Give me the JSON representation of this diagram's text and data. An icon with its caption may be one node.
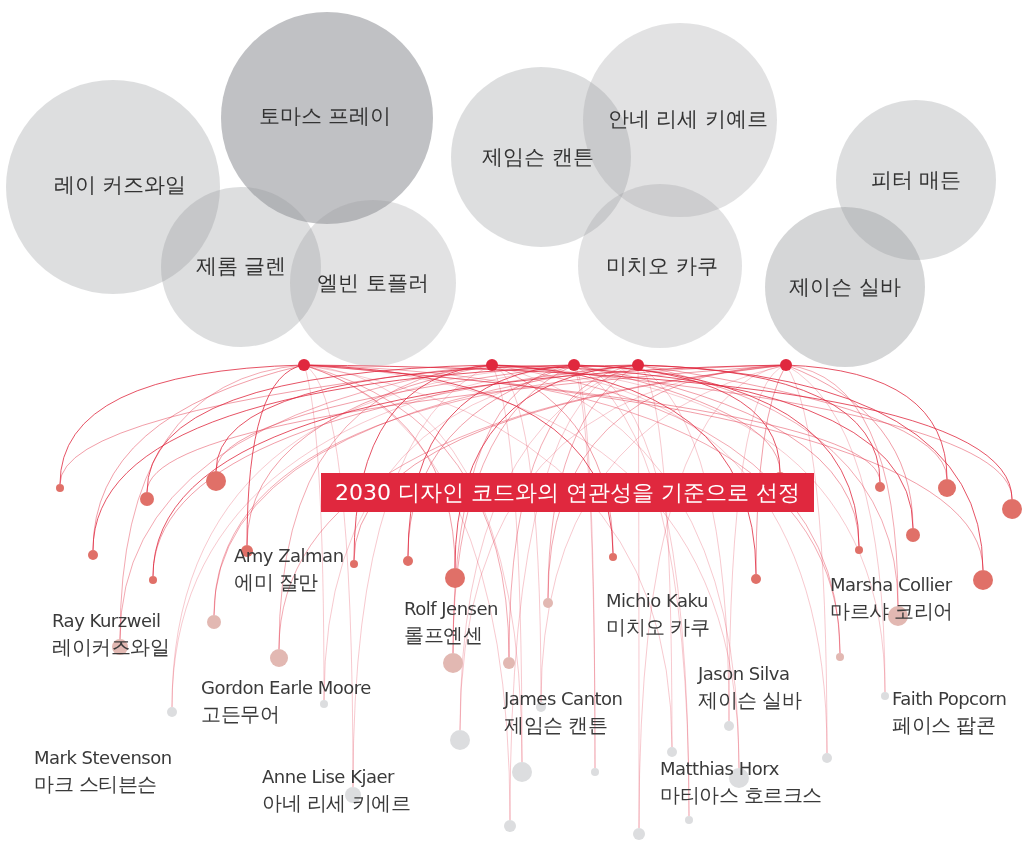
{
  "diagram": {
    "nodes": [
      {
        "text": [
          "레이 커즈와일"
        ]
      },
      {
        "text": [
          "토마스 프레이"
        ]
      },
      {
        "text": [
          "제롬 글렌"
        ]
      },
      {
        "text": [
          "엘빈 토플러"
        ]
      },
      {
        "text": [
          "제임슨 캔튼"
        ]
      },
      {
        "text": [
          "안네 리세 키예르"
        ]
      },
      {
        "text": [
          "미치오 카쿠"
        ]
      },
      {
        "text": [
          "피터 매든"
        ]
      },
      {
        "text": [
          "제이슨 실바"
        ]
      },
      {
        "text": [
          "2030 디자인 코드와의 연관성을 기준으로 선정"
        ]
      }
    ],
    "labels": [
      "Amy Zalman",
      "에미 잘만",
      "Marsha Collier",
      "마르샤 코리어",
      "Michio Kaku",
      "미치오 카쿠",
      "Rolf Jensen",
      "롤프옌센",
      "Ray Kurzweil",
      "레이커즈와일",
      "Jason Silva",
      "제이슨 실바",
      "Gordon Earle Moore",
      "고든무어",
      "James Canton",
      "제임슨 캔튼",
      "Faith Popcorn",
      "페이스 팝콘",
      "Mark Stevenson",
      "마크 스티븐슨",
      "Matthias Horx",
      "마티아스 호르크스",
      "Anne Lise Kjaer",
      "아네 리세 키에르"
    ]
  }
}
